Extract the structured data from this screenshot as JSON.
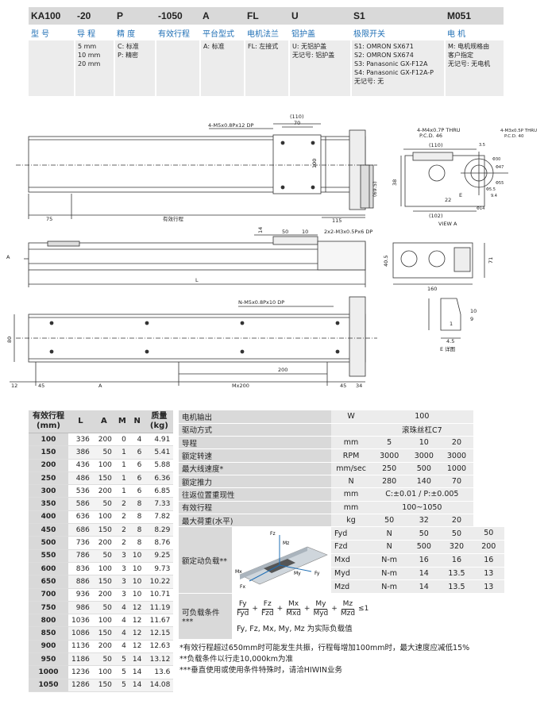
{
  "order_code": {
    "codes": [
      "KA100",
      "-20",
      "P",
      "-1050",
      "A",
      "FL",
      "U",
      "S1",
      "M051"
    ],
    "labels": [
      "型 号",
      "导 程",
      "精 度",
      "有效行程",
      "平台型式",
      "电机法兰",
      "铝护盖",
      "极限开关",
      "电 机"
    ],
    "options": [
      "",
      "5 mm\n10 mm\n20 mm",
      "C: 标准\nP: 精密",
      "",
      "A: 标准",
      "FL: 左接式",
      "U: 无铝护盖\n无记号: 铝护盖",
      "S1: OMRON SX671\nS2: OMRON SX674\nS3: Panasonic GX-F12A\nS4: Panasonic GX-F12A-P\n无记号: 无",
      "M: 电机规格由\n客户指定\n无记号: 无电机"
    ]
  },
  "drawing": {
    "top_view": {
      "hole_note": "4-M5x0.8Px12 DP",
      "dim_110": "(110)",
      "dim_70": "70",
      "dim_100": "100",
      "dim_69_5": "(69.5)",
      "dim_75": "75",
      "stroke_label": "有效行程",
      "dim_115": "115"
    },
    "side_view": {
      "dim_14": "14",
      "dim_50": "50",
      "dim_10": "10",
      "hole_note": "2x2-M3x0.5Px6 DP",
      "view_marker": "A",
      "dim_L": "L",
      "dim_40_5": "40.5",
      "dim_71": "71",
      "dim_160": "160"
    },
    "bottom_view": {
      "hole_note": "N-M5x0.8Px10 DP",
      "dim_80": "80",
      "dim_200": "200",
      "dim_12": "12",
      "dim_45a": "45",
      "dim_A": "A",
      "dim_M200": "Mx200",
      "dim_45b": "45",
      "dim_34": "34"
    },
    "view_a": {
      "note1": "4-M4x0.7P THRU",
      "pcd1": "P.C.D. 46",
      "note2": "4-M3x0.5P THRU",
      "pcd2": "P.C.D. 40",
      "dim_110": "(110)",
      "dim_38": "38",
      "dim_22": "22",
      "dim_102": "(102)",
      "label_E": "E",
      "title": "VIEW A",
      "dims_round": [
        "3.5",
        "Φ30",
        "Φ47",
        "Φ55",
        "Φ5.5",
        "9.4",
        "Φ14"
      ]
    },
    "detail_e": {
      "dim_10": "10",
      "dim_9": "9",
      "dim_4_5": "4.5",
      "dim_1": "1",
      "title": "E 详图"
    }
  },
  "size_table": {
    "headers": [
      "有效行程\n(mm)",
      "L",
      "A",
      "M",
      "N",
      "质量\n(kg)"
    ],
    "rows": [
      [
        "100",
        "336",
        "200",
        "0",
        "4",
        "4.91"
      ],
      [
        "150",
        "386",
        "50",
        "1",
        "6",
        "5.41"
      ],
      [
        "200",
        "436",
        "100",
        "1",
        "6",
        "5.88"
      ],
      [
        "250",
        "486",
        "150",
        "1",
        "6",
        "6.36"
      ],
      [
        "300",
        "536",
        "200",
        "1",
        "6",
        "6.85"
      ],
      [
        "350",
        "586",
        "50",
        "2",
        "8",
        "7.33"
      ],
      [
        "400",
        "636",
        "100",
        "2",
        "8",
        "7.82"
      ],
      [
        "450",
        "686",
        "150",
        "2",
        "8",
        "8.29"
      ],
      [
        "500",
        "736",
        "200",
        "2",
        "8",
        "8.76"
      ],
      [
        "550",
        "786",
        "50",
        "3",
        "10",
        "9.25"
      ],
      [
        "600",
        "836",
        "100",
        "3",
        "10",
        "9.73"
      ],
      [
        "650",
        "886",
        "150",
        "3",
        "10",
        "10.22"
      ],
      [
        "700",
        "936",
        "200",
        "3",
        "10",
        "10.71"
      ],
      [
        "750",
        "986",
        "50",
        "4",
        "12",
        "11.19"
      ],
      [
        "800",
        "1036",
        "100",
        "4",
        "12",
        "11.67"
      ],
      [
        "850",
        "1086",
        "150",
        "4",
        "12",
        "12.15"
      ],
      [
        "900",
        "1136",
        "200",
        "4",
        "12",
        "12.63"
      ],
      [
        "950",
        "1186",
        "50",
        "5",
        "14",
        "13.12"
      ],
      [
        "1000",
        "1236",
        "100",
        "5",
        "14",
        "13.6"
      ],
      [
        "1050",
        "1286",
        "150",
        "5",
        "14",
        "14.08"
      ]
    ]
  },
  "spec_table": {
    "motor_output": {
      "label": "电机输出",
      "unit": "W",
      "value": "100"
    },
    "drive": {
      "label": "驱动方式",
      "value": "滚珠丝杠C7"
    },
    "lead": {
      "label": "导程",
      "unit": "mm",
      "values": [
        "5",
        "10",
        "20"
      ]
    },
    "rated_speed": {
      "label": "额定转速",
      "unit": "RPM",
      "values": [
        "3000",
        "3000",
        "3000"
      ]
    },
    "max_speed": {
      "label": "最大线速度*",
      "unit": "mm/sec",
      "values": [
        "250",
        "500",
        "1000"
      ]
    },
    "rated_thrust": {
      "label": "额定推力",
      "unit": "N",
      "values": [
        "280",
        "140",
        "70"
      ]
    },
    "repeatability": {
      "label": "往返位置重现性",
      "unit": "mm",
      "value": "C:±0.01 / P:±0.005"
    },
    "stroke": {
      "label": "有效行程",
      "unit": "mm",
      "value": "100~1050"
    },
    "max_load": {
      "label": "最大荷重(水平)",
      "unit": "kg",
      "values": [
        "50",
        "32",
        "20"
      ]
    },
    "dynamic_load": {
      "label": "额定动负载**",
      "rows": [
        {
          "name": "Fyd",
          "unit": "N",
          "values": [
            "50",
            "50",
            "50"
          ]
        },
        {
          "name": "Fzd",
          "unit": "N",
          "values": [
            "500",
            "320",
            "200"
          ]
        },
        {
          "name": "Mxd",
          "unit": "N-m",
          "values": [
            "16",
            "16",
            "16"
          ]
        },
        {
          "name": "Myd",
          "unit": "N-m",
          "values": [
            "14",
            "13.5",
            "13"
          ]
        },
        {
          "name": "Mzd",
          "unit": "N-m",
          "values": [
            "14",
            "13.5",
            "13"
          ]
        }
      ],
      "axis_labels": [
        "Fz",
        "Mz",
        "Mx",
        "My",
        "Fy",
        "Fx"
      ]
    },
    "load_condition": {
      "label": "可负载条件***",
      "numerators": [
        "Fy",
        "Fz",
        "Mx",
        "My",
        "Mz"
      ],
      "denominators": [
        "Fyd",
        "Fzd",
        "Mxd",
        "Myd",
        "Mzd"
      ],
      "limit": "≤1",
      "desc": "Fy, Fz, Mx, My, Mz 为实际负载值"
    }
  },
  "notes": [
    "*有效行程超过650mm时可能发生共振，行程每增加100mm时，最大速度应减低15%",
    "**负载条件以行走10,000km为准",
    "***垂直使用或使用条件特殊时，请洽HIWIN业务"
  ]
}
